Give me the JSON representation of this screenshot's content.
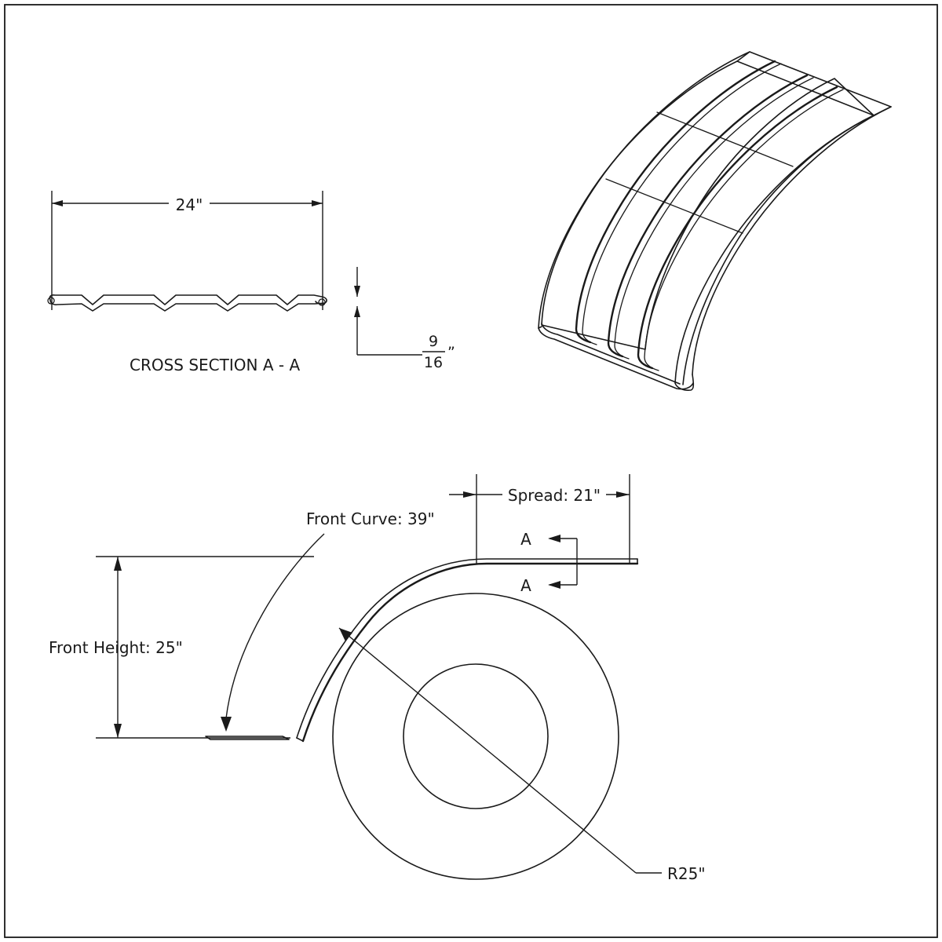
{
  "drawing": {
    "title": "Curved metal roofing panel engineering drawing",
    "cross_section": {
      "caption": "CROSS SECTION A - A",
      "width_dim": "24\"",
      "thickness_numerator": "9",
      "thickness_denominator": "16",
      "thickness_unit": "”"
    },
    "profile_view": {
      "spread_label": "Spread: 21\"",
      "front_curve_label": "Front Curve: 39\"",
      "front_height_label": "Front Height: 25\"",
      "radius_label": "R25\"",
      "section_mark_top": "A",
      "section_mark_bottom": "A"
    }
  }
}
